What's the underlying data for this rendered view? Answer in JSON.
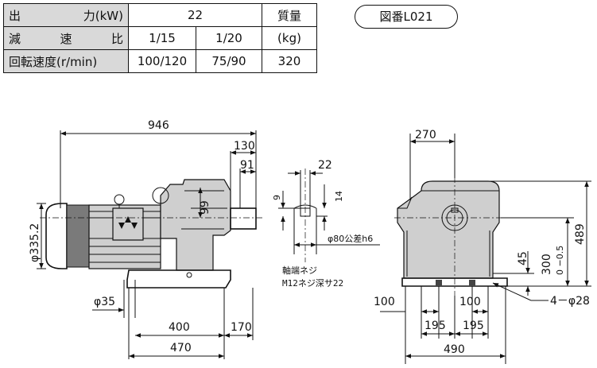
{
  "spec_table": {
    "output_label": "出 力(kW)",
    "output_label_left": "出",
    "output_label_right": "力(kW)",
    "output_value": "22",
    "mass_label": "質量",
    "ratio_label": "減 速 比",
    "ratio_label_parts": [
      "減",
      "速",
      "比"
    ],
    "ratio_values": [
      "1/15",
      "1/20"
    ],
    "mass_unit": "(kg)",
    "speed_label": "回転速度(r/min)",
    "speed_values": [
      "100/120",
      "75/90"
    ],
    "mass_value": "320"
  },
  "figure_number": "図番L021",
  "dimensions": {
    "total_length": "946",
    "shaft_130": "130",
    "shaft_91": "91",
    "height_99": "99",
    "motor_dia": "φ335.2",
    "bolt_dia": "φ35",
    "base_400": "400",
    "base_170": "170",
    "base_470": "470",
    "key_22": "22",
    "key_9": "9",
    "key_14": "14",
    "shaft_dia": "φ80公差h6",
    "screw_note_1": "軸端ネジ",
    "screw_note_2": "M12ネジ深サ22",
    "width_270": "270",
    "height_489": "489",
    "center_height": "300",
    "center_tol": "0 −0.5",
    "foot_45": "45",
    "hole_note": "4－φ28",
    "foot_100_left": "100",
    "foot_100_right": "100",
    "foot_195_left": "195",
    "foot_195_right": "195",
    "width_490": "490"
  }
}
